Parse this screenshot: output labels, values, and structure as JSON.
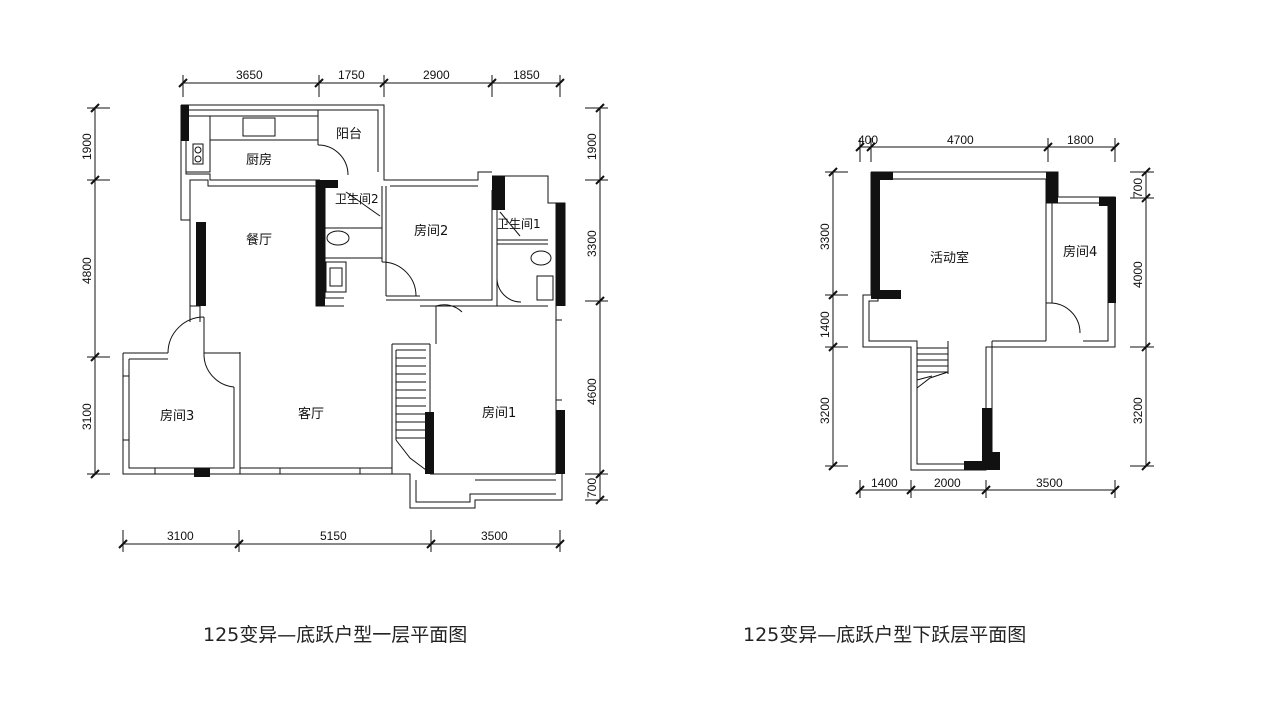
{
  "captions": {
    "left": "125变异—底跃户型一层平面图",
    "right": "125变异—底跃户型下跃层平面图"
  },
  "plan1": {
    "rooms": {
      "kitchen": "厨房",
      "balcony": "阳台",
      "bath2": "卫生间2",
      "bath1": "卫生间1",
      "dining": "餐厅",
      "bedroom2": "房间2",
      "bedroom3": "房间3",
      "living": "客厅",
      "bedroom1": "房间1"
    },
    "dims_top": [
      "3650",
      "1750",
      "2900",
      "1850"
    ],
    "dims_bottom": [
      "3100",
      "5150",
      "3500"
    ],
    "dims_left": [
      "1900",
      "4800",
      "3100"
    ],
    "dims_right": [
      "1900",
      "3300",
      "4600",
      "700"
    ]
  },
  "plan2": {
    "rooms": {
      "activity": "活动室",
      "bedroom4": "房间4"
    },
    "dims_top": [
      "400",
      "4700",
      "1800"
    ],
    "dims_bottom": [
      "1400",
      "2000",
      "3500"
    ],
    "dims_left": [
      "3300",
      "1400",
      "3200"
    ],
    "dims_right": [
      "700",
      "4000",
      "3200"
    ]
  }
}
